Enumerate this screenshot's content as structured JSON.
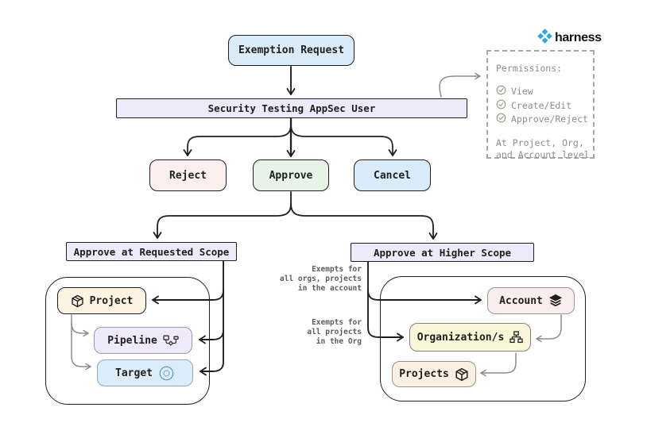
{
  "brand": {
    "wordmark": "harness"
  },
  "flow": {
    "exemption_request": "Exemption Request",
    "appsec_user": "Security Testing AppSec User",
    "decisions": {
      "reject": "Reject",
      "approve": "Approve",
      "cancel": "Cancel"
    },
    "requested_scope": {
      "title": "Approve at Requested Scope",
      "project": "Project",
      "pipeline": "Pipeline",
      "target": "Target"
    },
    "higher_scope": {
      "title": "Approve at Higher Scope",
      "account": "Account",
      "organizations": "Organization/s",
      "projects": "Projects"
    }
  },
  "permissions_panel": {
    "title": "Permissions:",
    "items": [
      {
        "icon": "check-circle-icon",
        "label": "View"
      },
      {
        "icon": "check-circle-icon",
        "label": "Create/Edit"
      },
      {
        "icon": "check-circle-icon",
        "label": "Approve/Reject"
      }
    ],
    "footer": "At Project, Org,\nand Account level"
  },
  "annotations": {
    "account_note": "Exempts for\nall orgs, projects\nin the account",
    "org_note": "Exempts for\nall projects\nin the Org"
  },
  "colors": {
    "harness_blue": "#2ba6e0",
    "ink": "#1e1e1e",
    "muted_gray": "#8c8c8c",
    "check_green": "#8fa37c",
    "lavender_fill": "#edeafa",
    "blue_fill": "#daecfa",
    "green_fill": "#e7f3e6",
    "red_fill": "#fcf0ee",
    "cream_fill": "#fcf3e2",
    "yellow_fill": "#faf7d9",
    "pink_fill": "#f6edec"
  }
}
